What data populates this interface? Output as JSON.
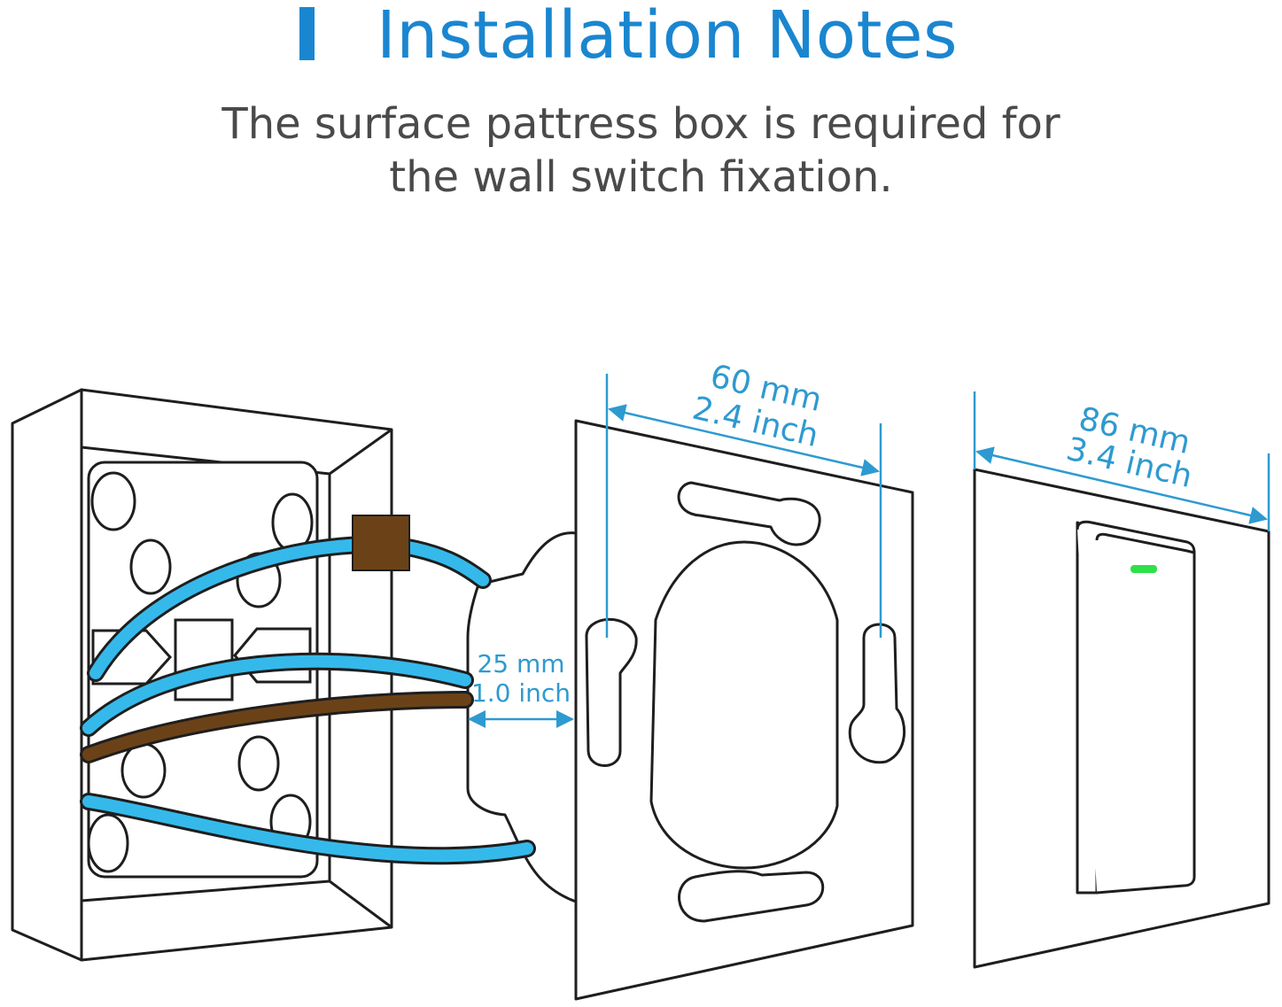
{
  "header": {
    "title": "Installation Notes",
    "subtitle_line1": "The surface pattress box is required for",
    "subtitle_line2": "the wall switch fixation."
  },
  "dimensions": {
    "depth_mm": "25 mm",
    "depth_inch": "1.0 inch",
    "plate_width_mm": "60 mm",
    "plate_width_inch": "2.4 inch",
    "switch_width_mm": "86 mm",
    "switch_width_inch": "3.4 inch"
  },
  "colors": {
    "title": "#1a86d0",
    "subtitle": "#4a4a4a",
    "dimension": "#2e9ad0",
    "wire_blue": "#35b9ea",
    "wire_brown": "#6b4218",
    "indicator_led": "#2ee04a",
    "outline": "#1e1e1e"
  },
  "icons": {
    "title_marker": "vertical-bar-icon",
    "indicator": "led-indicator-icon"
  }
}
